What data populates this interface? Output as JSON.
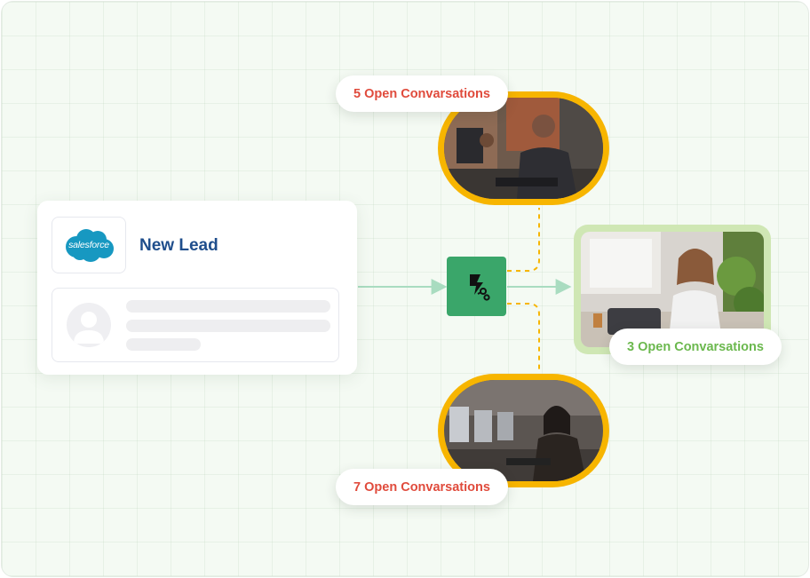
{
  "lead_card": {
    "logo_text": "salesforce",
    "title": "New Lead"
  },
  "agents": [
    {
      "label": "5 Open Convarsations",
      "status_color": "#e04b3c",
      "ring_color": "#f7b500"
    },
    {
      "label": "3 Open Convarsations",
      "status_color": "#6bb84e",
      "ring_color": "#cfe7b4"
    },
    {
      "label": "7 Open Convarsations",
      "status_color": "#e04b3c",
      "ring_color": "#f7b500"
    }
  ],
  "colors": {
    "hub": "#3aa66a",
    "flow_line": "#a9dcc0",
    "dashed_connector": "#f7b500",
    "brand_blue": "#1f4e8c",
    "salesforce_blue": "#1798c1"
  },
  "icons": {
    "hub": "lightning-routing-icon",
    "avatar": "user-avatar-icon",
    "logo": "salesforce-cloud-logo"
  }
}
